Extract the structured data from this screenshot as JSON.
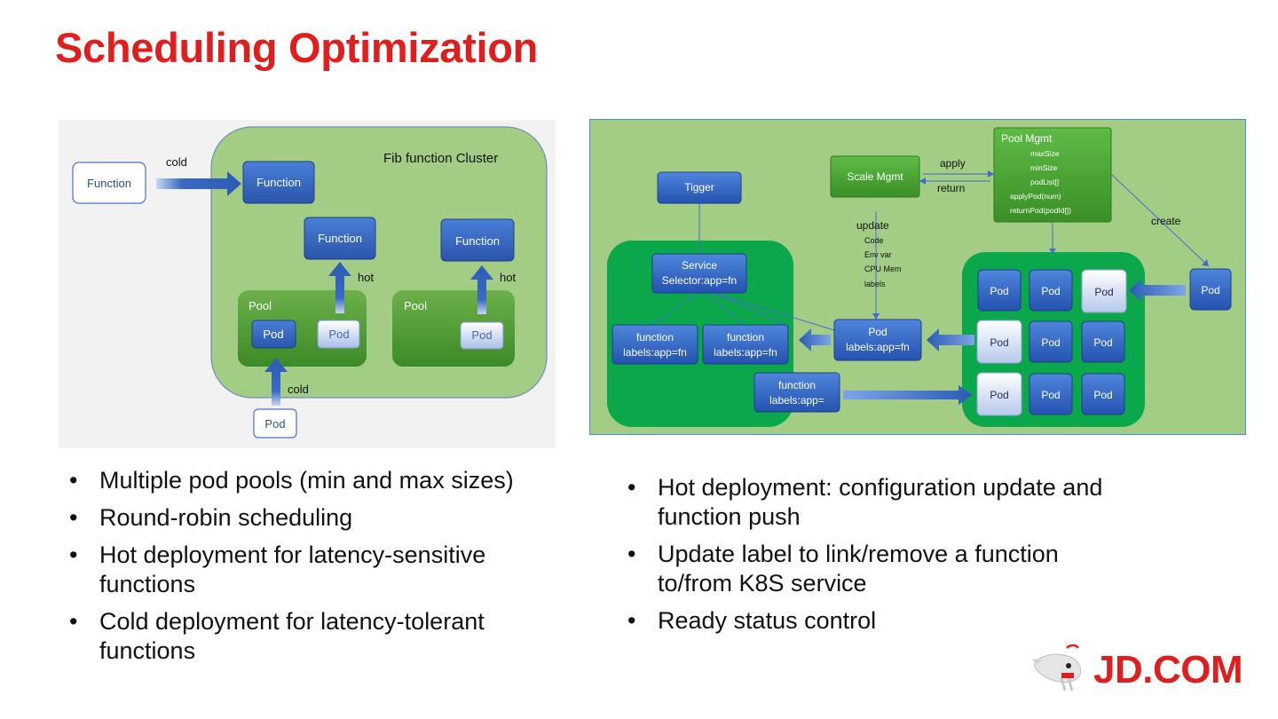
{
  "slide": {
    "title": "Scheduling Optimization"
  },
  "left_diagram": {
    "function_outside": "Function",
    "cold_top": "cold",
    "cluster_label": "Fib function Cluster",
    "function_top": "Function",
    "function_mid": "Function",
    "function_right": "Function",
    "hot_left": "hot",
    "hot_right": "hot",
    "pool_left": "Pool",
    "pool_right": "Pool",
    "pod_active": "Pod",
    "pod_idle_left": "Pod",
    "pod_idle_right": "Pod",
    "cold_bottom": "cold",
    "pod_outside": "Pod"
  },
  "right_diagram": {
    "pool_mgmt_title": "Pool Mgmt",
    "pool_mgmt_items": [
      "maxSize",
      "minSize",
      "podList[]",
      "applyPod(num)",
      "returnPod(podId[])"
    ],
    "scale_mgmt": "Scale Mgmt",
    "apply": "apply",
    "return": "return",
    "create": "create",
    "tigger": "Tigger",
    "update": "update",
    "update_items": [
      "Code",
      "Env var",
      "CPU Mem",
      "labels"
    ],
    "service_line1": "Service",
    "service_line2": "Selector:app=fn",
    "func1_line1": "function",
    "func1_line2": "labels:app=fn",
    "func2_line1": "function",
    "func2_line2": "labels:app=fn",
    "func3_line1": "function",
    "func3_line2": "labels:app=",
    "pod_center_line1": "Pod",
    "pod_center_line2": "labels:app=fn",
    "pod_outside": "Pod",
    "pod_grid": [
      "Pod",
      "Pod",
      "Pod",
      "Pod",
      "Pod",
      "Pod",
      "Pod",
      "Pod",
      "Pod"
    ]
  },
  "bullets_left": [
    "Multiple pod pools (min and max sizes)",
    "Round-robin scheduling",
    "Hot deployment for latency-sensitive functions",
    "Cold deployment for latency-tolerant functions"
  ],
  "bullets_right": [
    "Hot deployment: configuration update and function push",
    "Update label to link/remove a function to/from K8S service",
    "Ready status control"
  ],
  "logo": {
    "text": "JD.COM"
  },
  "colors": {
    "title": "#e01e1e",
    "cluster_green": "#a3cc85",
    "pool_green": "#4f9a32",
    "k8s_green": "#0aa84a",
    "box_blue": "#2f62c0"
  }
}
